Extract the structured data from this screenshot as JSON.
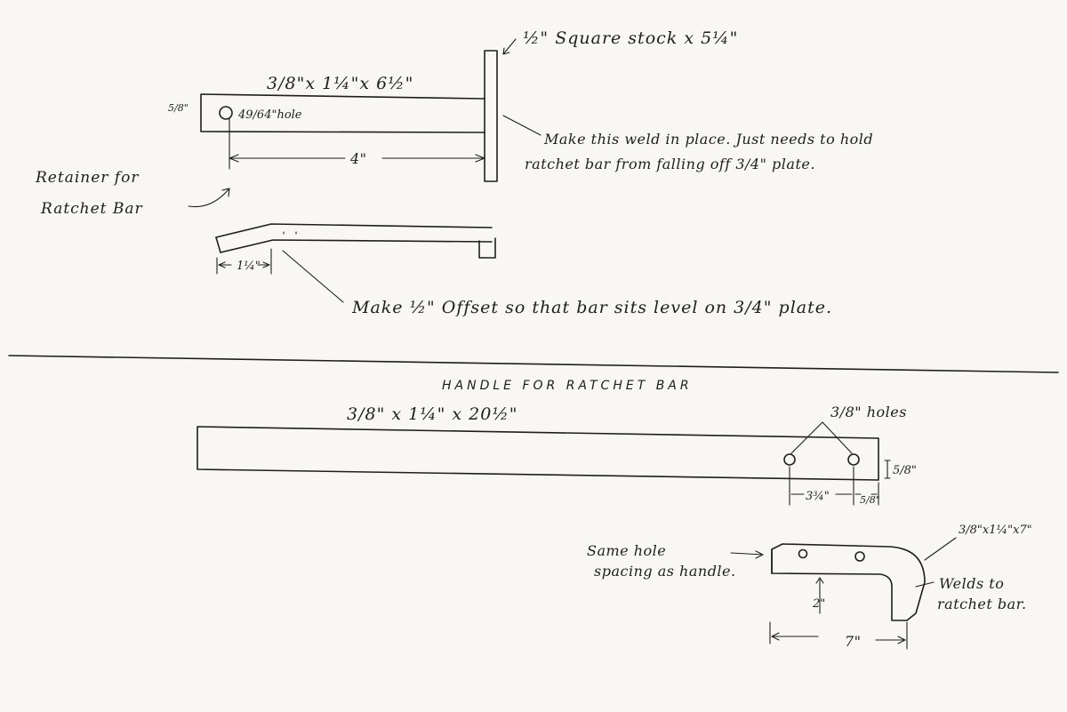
{
  "top": {
    "square_stock_label": "½\" Square stock x 5¼\"",
    "bar_size_label": "3/8\"x 1¼\"x 6½\"",
    "edge_offset_label": "5/8\"",
    "hole_label": "49/64\"hole",
    "hole_distance_label": "4\"",
    "weld_note_line1": "Make this weld in place. Just needs to hold",
    "weld_note_line2": "ratchet bar from falling off 3/4\" plate.",
    "retainer_label_line1": "Retainer for",
    "retainer_label_line2": "Ratchet Bar",
    "offset_length_label": "1¼\"",
    "offset_note": "Make ½\" Offset so that bar sits level on 3/4\" plate."
  },
  "bottom": {
    "section_title": "HANDLE FOR RATCHET BAR",
    "handle_size_label": "3/8\" x 1¼\" x 20½\"",
    "holes_label": "3/8\" holes",
    "edge_offset_label": "5/8\"",
    "hole_spacing_label": "3¾\"",
    "end_offset_label": "5/8\"",
    "bent_bar_size_label": "3/8\"x1¼\"x7\"",
    "same_spacing_line1": "Same hole",
    "same_spacing_line2": "spacing as handle.",
    "drop_label": "2\"",
    "welds_line1": "Welds to",
    "welds_line2": "ratchet bar.",
    "length_label": "7\""
  }
}
